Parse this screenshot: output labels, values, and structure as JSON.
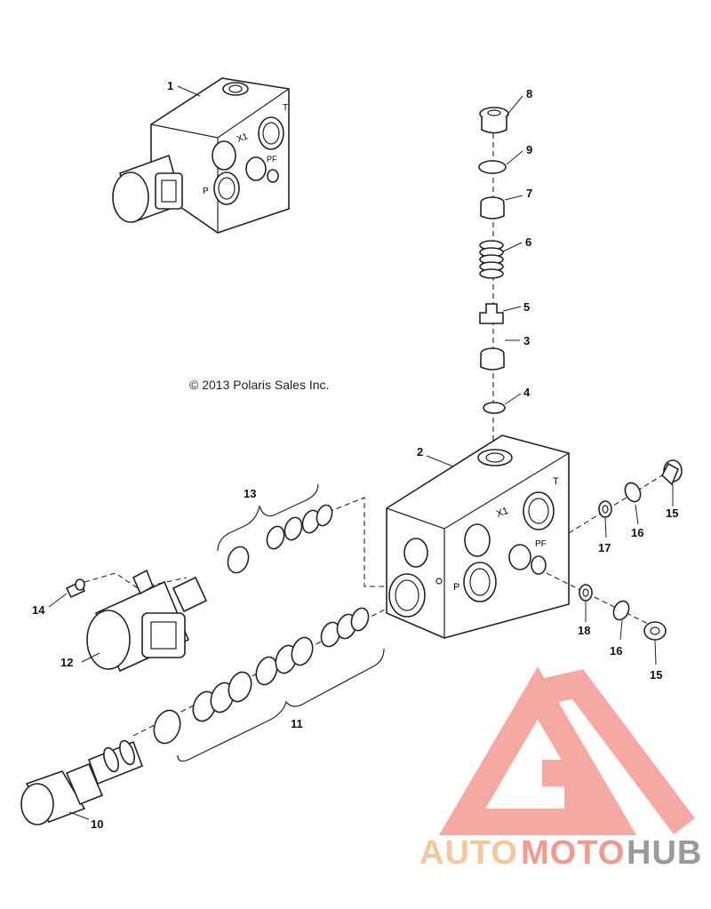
{
  "copyright": "© 2013 Polaris Sales Inc.",
  "callouts": [
    "1",
    "2",
    "3",
    "4",
    "5",
    "6",
    "7",
    "8",
    "9",
    "10",
    "11",
    "12",
    "13",
    "14",
    "15",
    "15",
    "16",
    "16",
    "17",
    "18"
  ],
  "port_labels": {
    "top_block": [
      "T",
      "X1",
      "PF",
      "P"
    ],
    "main_block": [
      "T",
      "X1",
      "PF",
      "P"
    ]
  },
  "watermark": {
    "word_a": "AUTO",
    "word_b": "MOTO",
    "word_c": "HUB",
    "colors": {
      "auto": "#f6c79b",
      "moto": "#f29a8c",
      "hub": "#9a9a9a",
      "triangle": "#f59a92"
    }
  }
}
